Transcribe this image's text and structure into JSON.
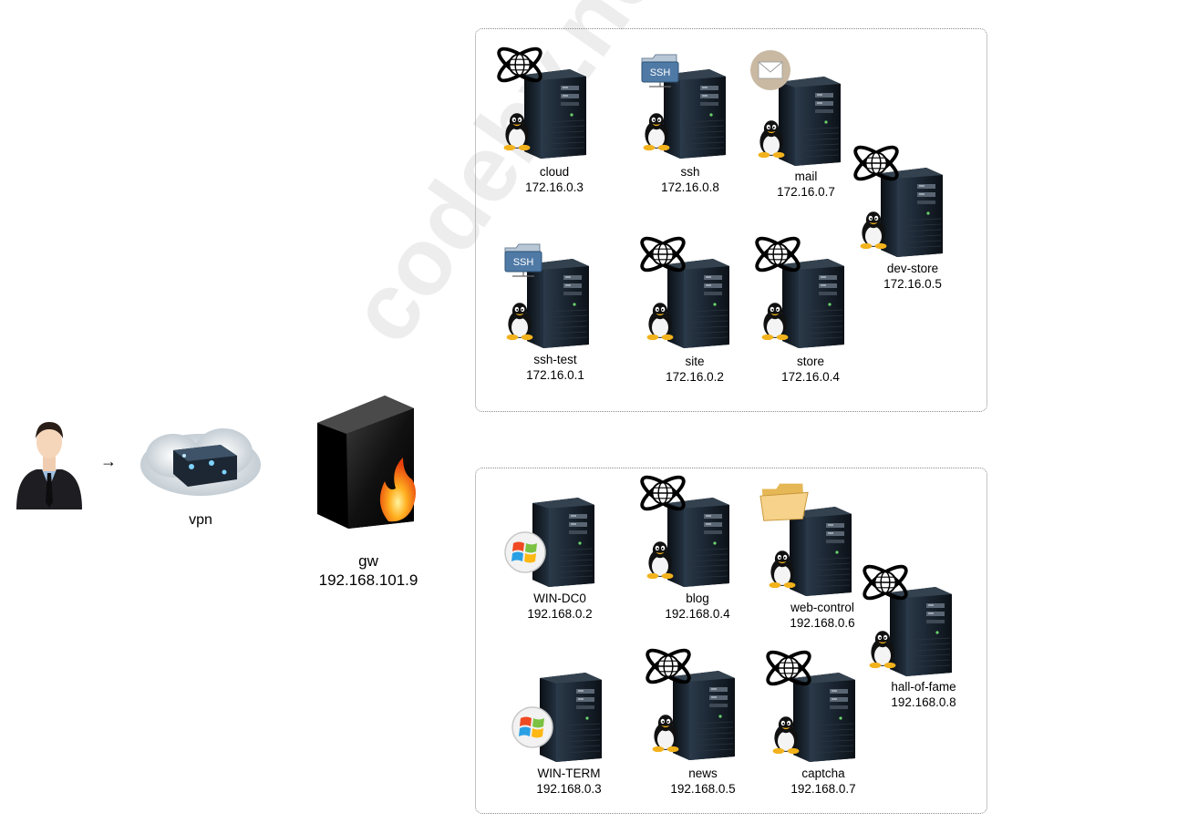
{
  "watermark": "codeby.net",
  "user": {
    "arrow": "→"
  },
  "vpn": {
    "label": "vpn"
  },
  "gw": {
    "name": "gw",
    "ip": "192.168.101.9"
  },
  "zone_top": {
    "servers": [
      {
        "name": "cloud",
        "ip": "172.16.0.3",
        "badge": "web-icon",
        "os": "linux-icon"
      },
      {
        "name": "ssh",
        "ip": "172.16.0.8",
        "badge": "ssh-icon",
        "os": "linux-icon"
      },
      {
        "name": "mail",
        "ip": "172.16.0.7",
        "badge": "mail-icon",
        "os": "linux-icon"
      },
      {
        "name": "dev-store",
        "ip": "172.16.0.5",
        "badge": "web-icon",
        "os": "linux-icon"
      },
      {
        "name": "ssh-test",
        "ip": "172.16.0.1",
        "badge": "ssh-icon",
        "os": "linux-icon"
      },
      {
        "name": "site",
        "ip": "172.16.0.2",
        "badge": "web-icon",
        "os": "linux-icon"
      },
      {
        "name": "store",
        "ip": "172.16.0.4",
        "badge": "web-icon",
        "os": "linux-icon"
      }
    ]
  },
  "zone_bottom": {
    "servers": [
      {
        "name": "WIN-DC0",
        "ip": "192.168.0.2",
        "badge": "",
        "os": "windows-icon"
      },
      {
        "name": "blog",
        "ip": "192.168.0.4",
        "badge": "web-icon",
        "os": "linux-icon"
      },
      {
        "name": "web-control",
        "ip": "192.168.0.6",
        "badge": "folder-icon",
        "os": "linux-icon"
      },
      {
        "name": "hall-of-fame",
        "ip": "192.168.0.8",
        "badge": "web-icon",
        "os": "linux-icon"
      },
      {
        "name": "WIN-TERM",
        "ip": "192.168.0.3",
        "badge": "",
        "os": "windows-icon"
      },
      {
        "name": "news",
        "ip": "192.168.0.5",
        "badge": "web-icon",
        "os": "linux-icon"
      },
      {
        "name": "captcha",
        "ip": "192.168.0.7",
        "badge": "web-icon",
        "os": "linux-icon"
      }
    ]
  },
  "ssh_badge_text": "SSH"
}
